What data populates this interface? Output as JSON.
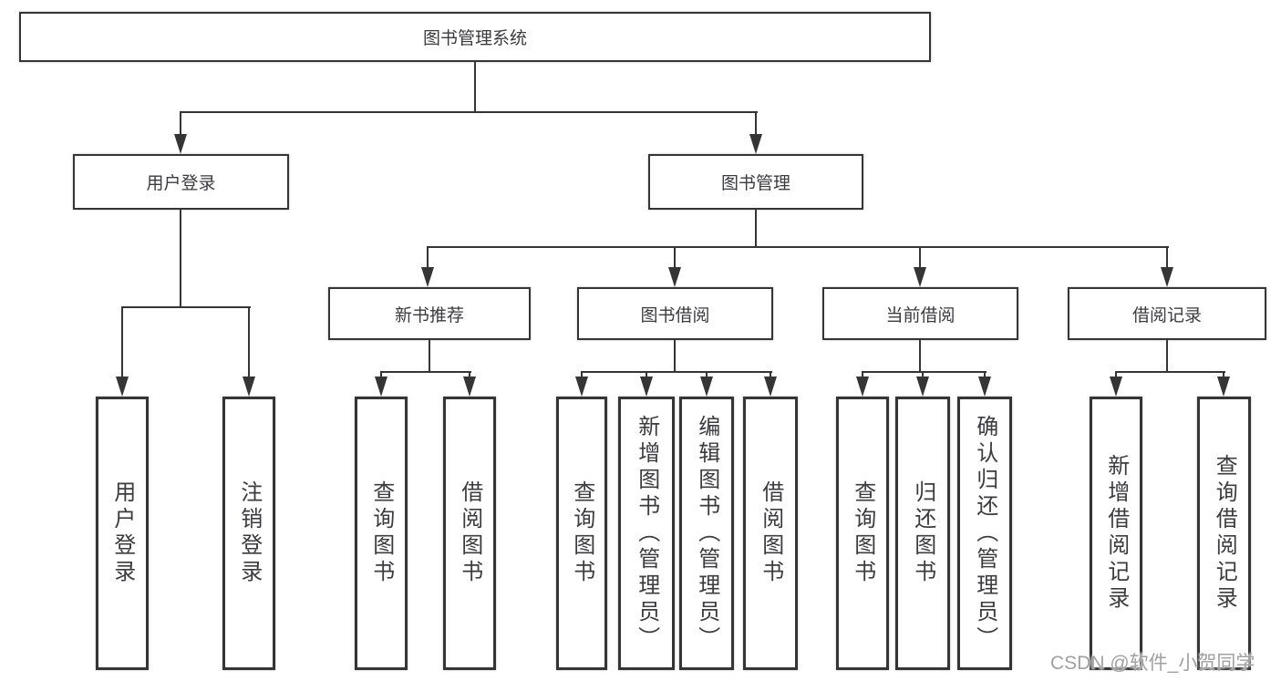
{
  "tree": {
    "label": "图书管理系统",
    "children": [
      {
        "label": "用户登录",
        "children": [
          {
            "label": "用户登录"
          },
          {
            "label": "注销登录"
          }
        ]
      },
      {
        "label": "图书管理",
        "children": [
          {
            "label": "新书推荐",
            "children": [
              {
                "label": "查询图书"
              },
              {
                "label": "借阅图书"
              }
            ]
          },
          {
            "label": "图书借阅",
            "children": [
              {
                "label": "查询图书"
              },
              {
                "label": "新增图书（管理员）"
              },
              {
                "label": "编辑图书（管理员）"
              },
              {
                "label": "借阅图书"
              }
            ]
          },
          {
            "label": "当前借阅",
            "children": [
              {
                "label": "查询图书"
              },
              {
                "label": "归还图书"
              },
              {
                "label": "确认归还（管理员）"
              }
            ]
          },
          {
            "label": "借阅记录",
            "children": [
              {
                "label": "新增借阅记录"
              },
              {
                "label": "查询借阅记录"
              }
            ]
          }
        ]
      }
    ]
  },
  "watermark": {
    "text": "CSDN @软件_小贺同学"
  },
  "colors": {
    "line": "#353535",
    "text": "#3b3b40",
    "watermark": "#a0a0a0",
    "background": "#ffffff"
  }
}
